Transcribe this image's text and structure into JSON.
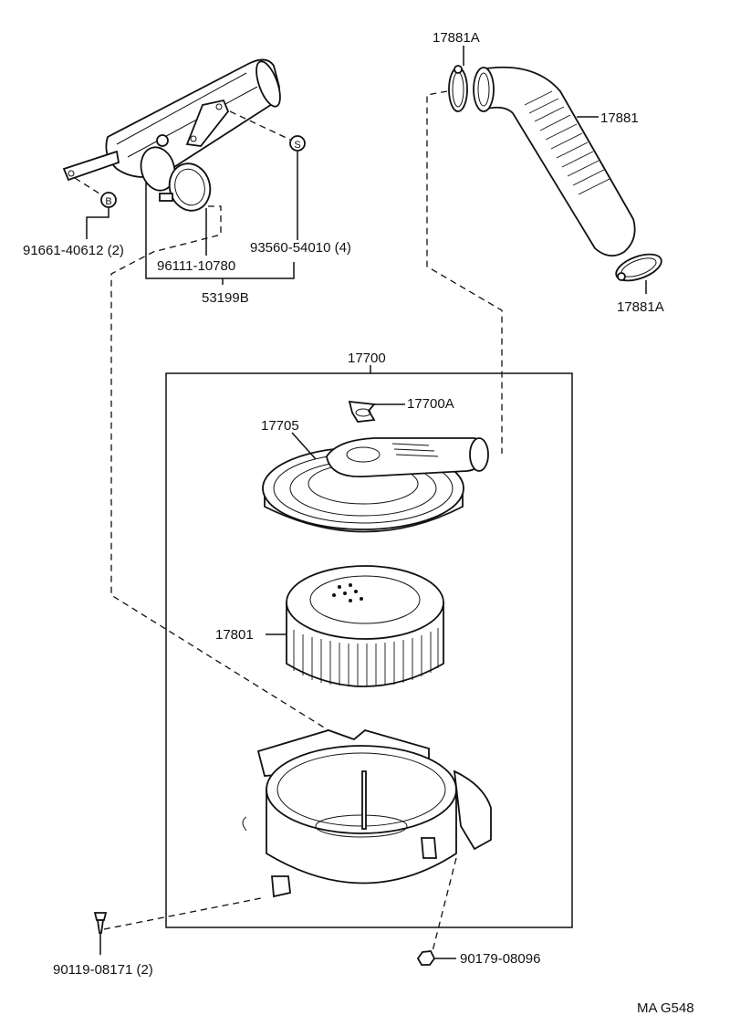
{
  "diagram": {
    "code": "MA G548",
    "labels": {
      "clamp_top": "17881A",
      "hose": "17881",
      "clamp_bottom": "17881A",
      "bracket_bolt": "91661-40612 (2)",
      "band": "96111-10780",
      "screw": "93560-54010 (4)",
      "inlet_assy": "53199B",
      "cleaner_assy": "17700",
      "wing_nut": "17700A",
      "cap": "17705",
      "element": "17801",
      "bolt_bottom": "90119-08171 (2)",
      "nut_bottom": "90179-08096"
    },
    "markers": {
      "s": "S",
      "b": "B"
    }
  }
}
